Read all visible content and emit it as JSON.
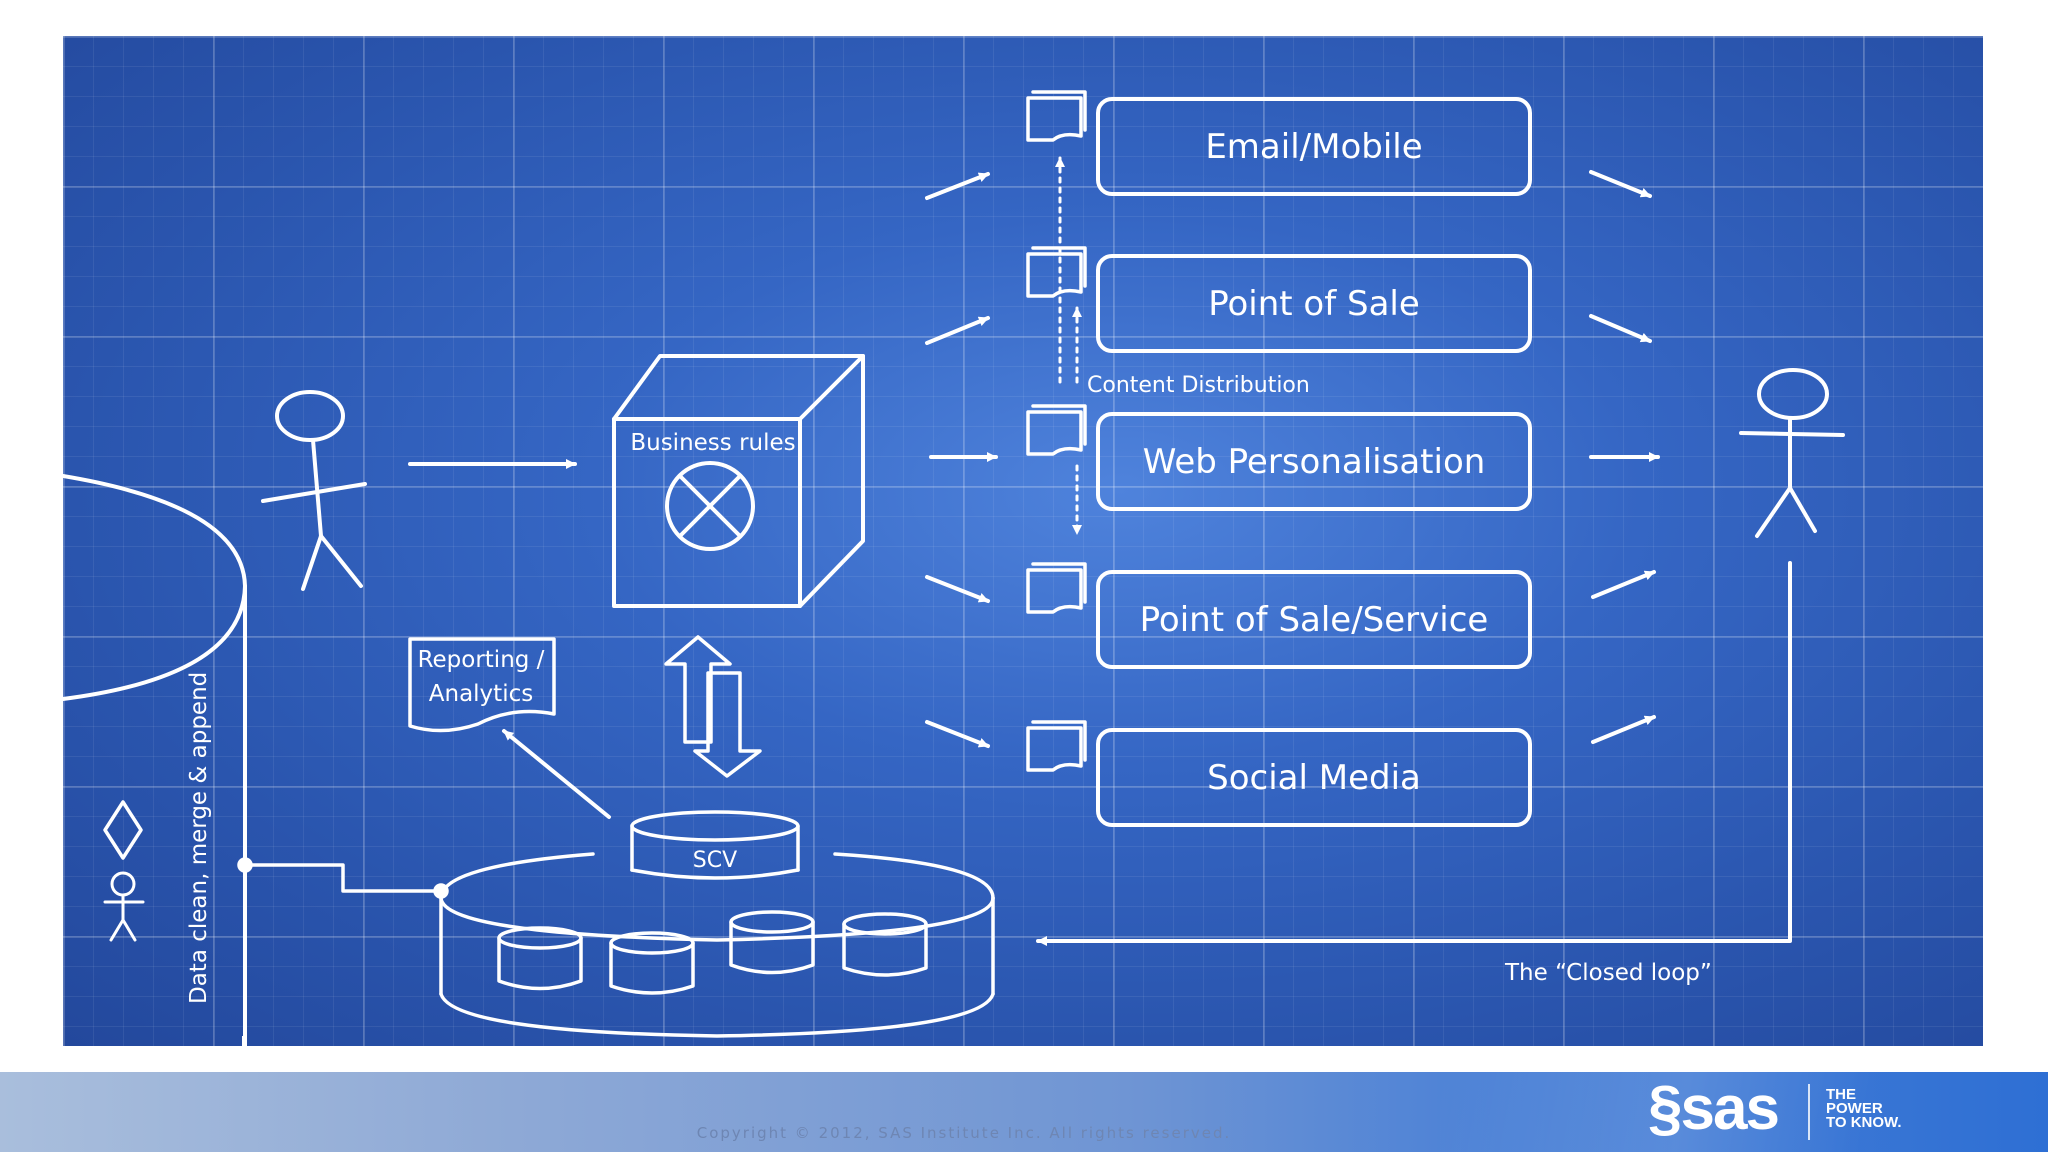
{
  "diagram": {
    "channels": [
      "Email/Mobile",
      "Point of Sale",
      "Web Personalisation",
      "Point of Sale/Service",
      "Social Media"
    ],
    "business_rules_label": "Business rules",
    "reporting_label_line1": "Reporting /",
    "reporting_label_line2": "Analytics",
    "scv_label": "SCV",
    "content_distribution_label": "Content Distribution",
    "data_clean_label": "Data clean, merge & append",
    "closed_loop_label": "The “Closed loop”"
  },
  "footer": {
    "copyright": "Copyright © 2012, SAS Institute Inc. All rights reserved.",
    "logo_word": "§sas",
    "tagline_line1": "THE",
    "tagline_line2": "POWER",
    "tagline_line3": "TO KNOW."
  },
  "colors": {
    "blueprint_blue": "#3566c4",
    "line_white": "#ffffff",
    "footer_blue": "#2e6fd4"
  }
}
